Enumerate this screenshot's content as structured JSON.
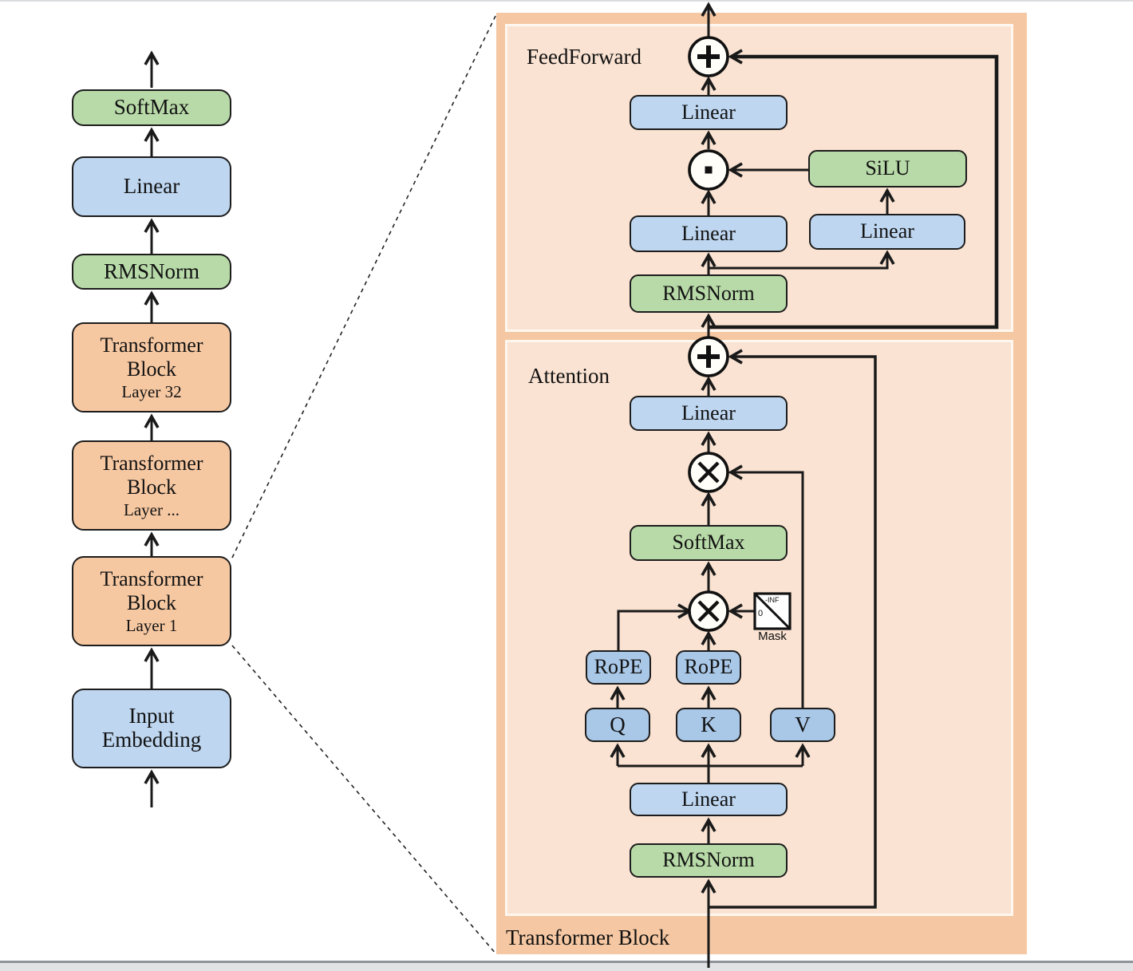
{
  "palette": {
    "blue_box": "#bed6f0",
    "blue_qkv": "#a9c7e7",
    "green_box": "#b8daa8",
    "orange_box": "#f6c8a2",
    "panel_outer": "#f5c8a3",
    "panel_inner": "#fae3d2",
    "line": "#1a1a1a"
  },
  "left_column": {
    "blocks": [
      {
        "id": "softmax",
        "label": "SoftMax"
      },
      {
        "id": "linear",
        "label": "Linear"
      },
      {
        "id": "rmsnorm",
        "label": "RMSNorm"
      },
      {
        "id": "tb32",
        "title": "Transformer Block",
        "subtitle": "Layer 32"
      },
      {
        "id": "tbdots",
        "title": "Transformer Block",
        "subtitle": "Layer ..."
      },
      {
        "id": "tb1",
        "title": "Transformer Block",
        "subtitle": "Layer 1"
      },
      {
        "id": "input_embedding",
        "label": "Input Embedding"
      }
    ]
  },
  "detail_panel": {
    "panel_label": "Transformer Block",
    "feedforward": {
      "label": "FeedForward",
      "boxes": {
        "out_linear": "Linear",
        "silu": "SiLU",
        "gate_linear": "Linear",
        "up_linear": "Linear",
        "rmsnorm": "RMSNorm"
      },
      "operators": {
        "add": "+",
        "elementwise_product": "·"
      }
    },
    "attention": {
      "label": "Attention",
      "boxes": {
        "out_linear": "Linear",
        "softmax": "SoftMax",
        "rope_q": "RoPE",
        "rope_k": "RoPE",
        "q": "Q",
        "k": "K",
        "v": "V",
        "qkv_linear": "Linear",
        "rmsnorm": "RMSNorm"
      },
      "mask": {
        "label": "Mask",
        "neg_inf": "-INF",
        "zero": "0"
      },
      "operators": {
        "add": "+",
        "matmul": "×"
      }
    }
  }
}
